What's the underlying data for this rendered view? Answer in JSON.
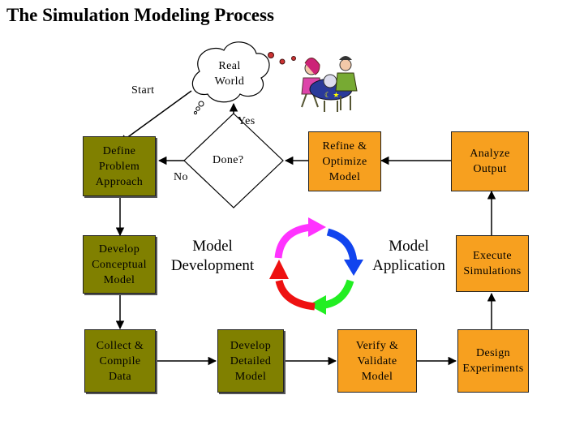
{
  "title": "The Simulation Modeling Process",
  "cloud": {
    "text": "Real\nWorld"
  },
  "labels": {
    "start": "Start",
    "yes": "Yes",
    "no": "No",
    "done": "Done?"
  },
  "center": {
    "dev": "Model\nDevelopment",
    "app": "Model\nApplication"
  },
  "boxes": {
    "define": "Define\nProblem\nApproach",
    "conceptual": "Develop\nConceptual\nModel",
    "collect": "Collect &\nCompile\nData",
    "detailed": "Develop\nDetailed\nModel",
    "verify": "Verify &\nValidate\nModel",
    "design": "Design\nExperiments",
    "execute": "Execute\nSimulations",
    "analyze": "Analyze\nOutput",
    "refine": "Refine &\nOptimize\nModel"
  },
  "colors": {
    "olive": "#808000",
    "orange": "#f7a01f",
    "magenta": "#ff33ff",
    "blue": "#1144ee",
    "red": "#ee1111",
    "green": "#22ee22"
  }
}
